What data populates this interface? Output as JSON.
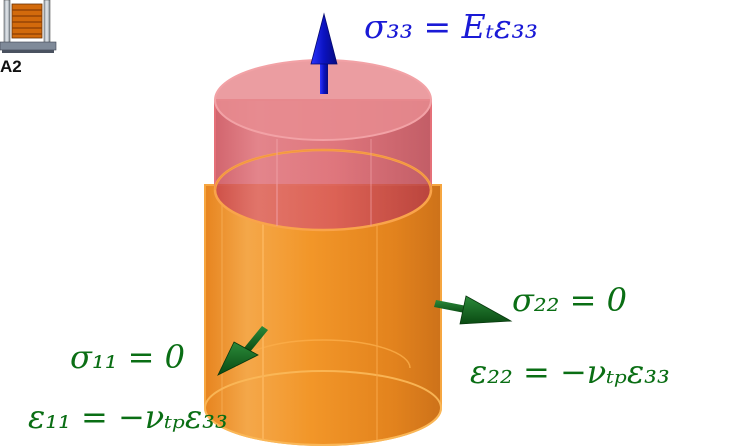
{
  "thumbnail": {
    "label": "A2",
    "icon": "load-frame-icon"
  },
  "equations": {
    "axial_stress": "σ₃₃ = Eₜε₃₃",
    "lateral_stress_22": "σ₂₂ = 0",
    "lateral_strain_22": "ε₂₂ = −νₜₚε₃₃",
    "lateral_stress_11": "σ₁₁ = 0",
    "lateral_strain_11": "ε₁₁ = −νₜₚε₃₃"
  },
  "colors": {
    "axial_text": "#1a1ad6",
    "lateral_text": "#0a6e14",
    "axial_arrow": "#0a10c8",
    "lateral_arrow": "#0b5a18",
    "base_cylinder": "#f08a12",
    "extended_cylinder": "#d2505a"
  }
}
